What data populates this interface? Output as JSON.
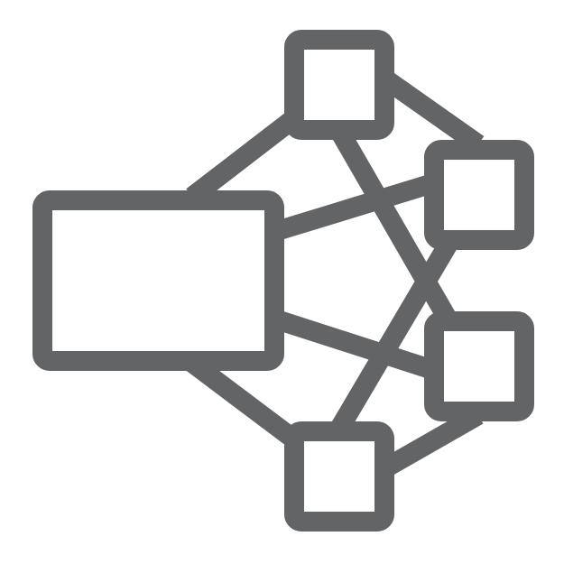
{
  "diagram": {
    "icon": "network-topology-icon",
    "stroke_color": "#636466",
    "background_color": "#ffffff",
    "nodes": [
      {
        "id": "hub",
        "shape": "rectangle"
      },
      {
        "id": "node-top",
        "shape": "square"
      },
      {
        "id": "node-upper-right",
        "shape": "square"
      },
      {
        "id": "node-lower-right",
        "shape": "square"
      },
      {
        "id": "node-bottom",
        "shape": "square"
      }
    ],
    "edges": [
      [
        "hub",
        "node-top"
      ],
      [
        "hub",
        "node-upper-right"
      ],
      [
        "hub",
        "node-lower-right"
      ],
      [
        "hub",
        "node-bottom"
      ],
      [
        "node-top",
        "node-upper-right"
      ],
      [
        "node-top",
        "node-lower-right"
      ],
      [
        "node-upper-right",
        "node-bottom"
      ],
      [
        "node-lower-right",
        "node-bottom"
      ]
    ]
  }
}
